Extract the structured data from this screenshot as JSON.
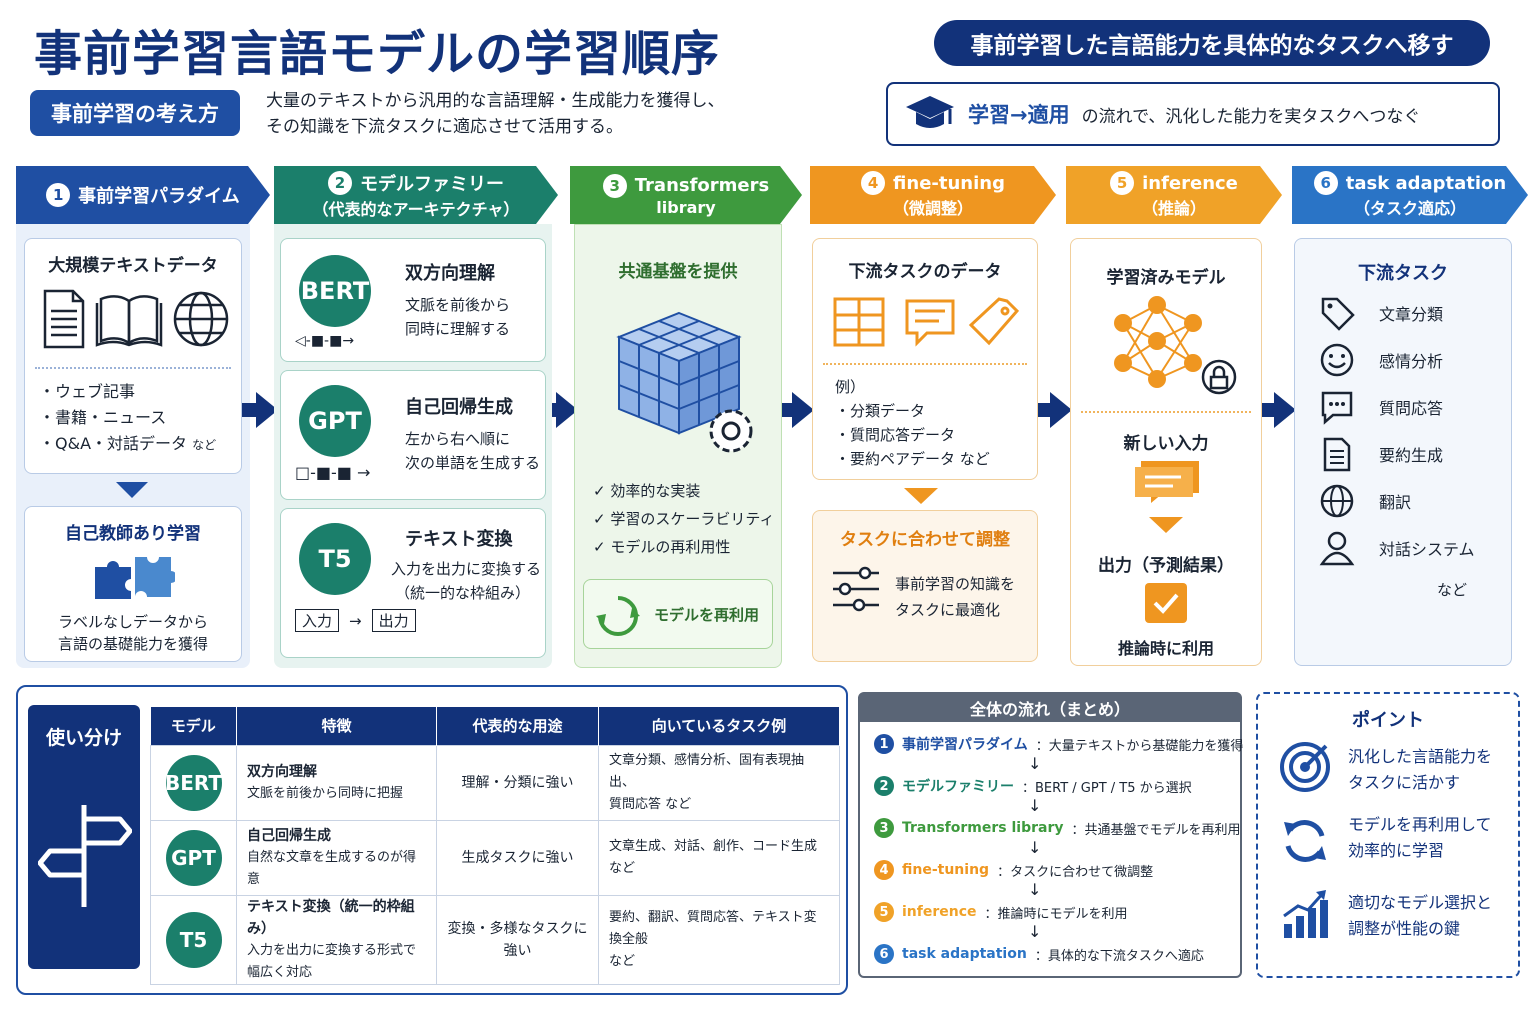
{
  "header": {
    "title": "事前学習言語モデルの学習順序",
    "subtitle": "事前学習した言語能力を具体的なタスクへ移す",
    "concept_badge": "事前学習の考え方",
    "concept_line1": "大量のテキストから汎用的な言語理解・生成能力を獲得し、",
    "concept_line2": "その知識を下流タスクに適応させて活用する。",
    "flow_accent": "学習→適用",
    "flow_rest": "の流れで、汎化した能力を実タスクへつなぐ"
  },
  "steps": [
    {
      "num": "1",
      "line1": "事前学習パラダイム",
      "line2": "",
      "color": "#1f4fa3"
    },
    {
      "num": "2",
      "line1": "モデルファミリー",
      "line2": "（代表的なアーキテクチャ）",
      "color": "#1b7f6b"
    },
    {
      "num": "3",
      "line1": "Transformers",
      "line2": "library",
      "color": "#3e9a3e"
    },
    {
      "num": "4",
      "line1": "fine-tuning",
      "line2": "（微調整）",
      "color": "#ef9620"
    },
    {
      "num": "5",
      "line1": "inference",
      "line2": "（推論）",
      "color": "#f0a228"
    },
    {
      "num": "6",
      "line1": "task adaptation",
      "line2": "（タスク適応）",
      "color": "#2a74c6"
    }
  ],
  "col1": {
    "data_title": "大規模テキストデータ",
    "bullets": [
      "・ウェブ記事",
      "・書籍・ニュース",
      "・Q&A・対話データ"
    ],
    "bullets_suffix": "など",
    "ssl_title": "自己教師あり学習",
    "ssl_line1": "ラベルなしデータから",
    "ssl_line2": "言語の基礎能力を獲得"
  },
  "col2": {
    "models": [
      {
        "name": "BERT",
        "title": "双方向理解",
        "line1": "文脈を前後から",
        "line2": "同時に理解する"
      },
      {
        "name": "GPT",
        "title": "自己回帰生成",
        "line1": "左から右へ順に",
        "line2": "次の単語を生成する"
      },
      {
        "name": "T5",
        "title": "テキスト変換",
        "line1": "入力を出力に変換する",
        "line2": "（統一的な枠組み）"
      }
    ],
    "t5_in": "入力",
    "t5_out": "出力"
  },
  "col3": {
    "title": "共通基盤を提供",
    "checks": [
      "✓ 効率的な実装",
      "✓ 学習のスケーラビリティ",
      "✓ モデルの再利用性"
    ],
    "reuse": "モデルを再利用"
  },
  "col4": {
    "title": "下流タスクのデータ",
    "example": "例）",
    "items": [
      "・分類データ",
      "・質問応答データ",
      "・要約ペアデータ"
    ],
    "items_suffix": "など",
    "tune_title": "タスクに合わせて調整",
    "tune_line1": "事前学習の知識を",
    "tune_line2": "タスクに最適化"
  },
  "col5": {
    "trained": "学習済みモデル",
    "new_input": "新しい入力",
    "output": "出力（予測結果）",
    "use": "推論時に利用"
  },
  "col6": {
    "title": "下流タスク",
    "tasks": [
      {
        "icon": "tag-icon",
        "label": "文章分類"
      },
      {
        "icon": "smile-icon",
        "label": "感情分析"
      },
      {
        "icon": "chat-icon",
        "label": "質問応答"
      },
      {
        "icon": "document-icon",
        "label": "要約生成"
      },
      {
        "icon": "globe-icon",
        "label": "翻訳"
      },
      {
        "icon": "person-icon",
        "label": "対話システム"
      }
    ],
    "suffix": "など"
  },
  "usage": {
    "label": "使い分け",
    "headers": [
      "モデル",
      "特徴",
      "代表的な用途",
      "向いているタスク例"
    ],
    "rows": [
      {
        "model": "BERT",
        "feat_title": "双方向理解",
        "feat_desc": "文脈を前後から同時に把握",
        "use": "理解・分類に強い",
        "tasks1": "文章分類、感情分析、固有表現抽出、",
        "tasks2": "質問応答 など"
      },
      {
        "model": "GPT",
        "feat_title": "自己回帰生成",
        "feat_desc": "自然な文章を生成するのが得意",
        "use": "生成タスクに強い",
        "tasks1": "文章生成、対話、創作、コード生成 など",
        "tasks2": ""
      },
      {
        "model": "T5",
        "feat_title": "テキスト変換（統一的枠組み）",
        "feat_desc": "入力を出力に変換する形式で幅広く対応",
        "use": "変換・多様なタスクに強い",
        "tasks1": "要約、翻訳、質問応答、テキスト変換全般",
        "tasks2": "など"
      }
    ]
  },
  "summary": {
    "title": "全体の流れ（まとめ）",
    "rows": [
      {
        "num": "1",
        "name": "事前学習パラダイム",
        "desc": "：大量テキストから基礎能力を獲得",
        "color": "#1f4fa3"
      },
      {
        "num": "2",
        "name": "モデルファミリー",
        "desc": "：BERT / GPT / T5 から選択",
        "color": "#1b7f6b"
      },
      {
        "num": "3",
        "name": "Transformers library",
        "desc": "：共通基盤でモデルを再利用",
        "color": "#3e9a3e"
      },
      {
        "num": "4",
        "name": "fine-tuning",
        "desc": "：タスクに合わせて微調整",
        "color": "#ef9620"
      },
      {
        "num": "5",
        "name": "inference",
        "desc": "：推論時にモデルを利用",
        "color": "#f0a228"
      },
      {
        "num": "6",
        "name": "task adaptation",
        "desc": "：具体的な下流タスクへ適応",
        "color": "#2a74c6"
      }
    ],
    "arrow": "↓"
  },
  "points": {
    "title": "ポイント",
    "items": [
      {
        "icon": "target-icon",
        "line1": "汎化した言語能力を",
        "line2": "タスクに活かす"
      },
      {
        "icon": "refresh-icon",
        "line1": "モデルを再利用して",
        "line2": "効率的に学習"
      },
      {
        "icon": "growth-chart-icon",
        "line1": "適切なモデル選択と",
        "line2": "調整が性能の鍵"
      }
    ]
  }
}
